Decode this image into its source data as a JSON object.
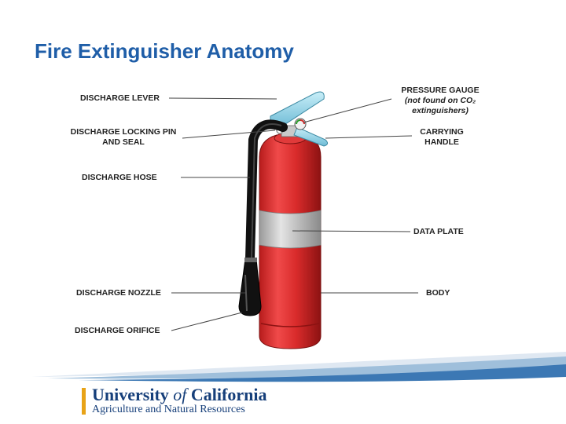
{
  "title": "Fire Extinguisher Anatomy",
  "labels": {
    "discharge_lever": "DISCHARGE LEVER",
    "locking_pin_1": "DISCHARGE LOCKING PIN",
    "locking_pin_2": "AND SEAL",
    "discharge_hose": "DISCHARGE HOSE",
    "discharge_nozzle": "DISCHARGE NOZZLE",
    "discharge_orifice": "DISCHARGE ORIFICE",
    "pressure_gauge": "PRESSURE GAUGE",
    "gauge_note_1": "(not found on CO₂",
    "gauge_note_2": "extinguishers)",
    "carrying_1": "CARRYING",
    "carrying_2": "HANDLE",
    "data_plate": "DATA PLATE",
    "body": "BODY"
  },
  "logo": {
    "line1_a": "University ",
    "line1_of": "of",
    "line1_b": " California",
    "line2": "Agriculture and Natural Resources"
  },
  "colors": {
    "title": "#1f5ea8",
    "cylinder": "#d92b2b",
    "data_plate": "#bdbdbd",
    "lever": "#8fd3e8",
    "logo_text": "#163f7a",
    "logo_bar": "#e8a317"
  }
}
